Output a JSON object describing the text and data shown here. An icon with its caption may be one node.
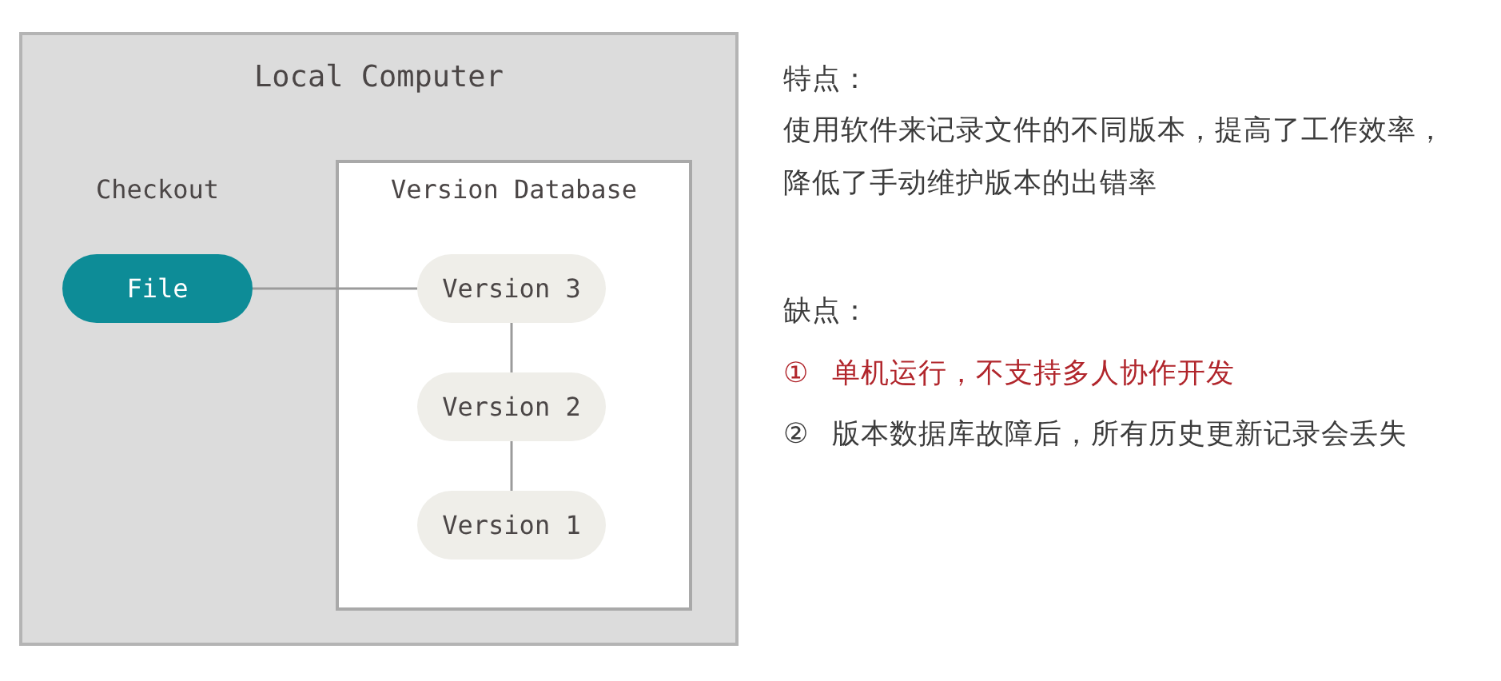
{
  "diagram": {
    "nodes": [
      {
        "text": [
          "Local Computer"
        ]
      },
      {
        "text": [
          "File"
        ],
        "beside": [
          "Checkout"
        ],
        "in": 0
      },
      {
        "text": [
          "Version Database"
        ],
        "in": 0
      },
      {
        "text": [
          "Version 3"
        ],
        "in": 2
      },
      {
        "text": [
          "Version 2"
        ],
        "in": 2
      },
      {
        "text": [
          "Version 1"
        ],
        "in": 2
      }
    ],
    "edges": [
      {
        "from": 1,
        "to": 3,
        "arrow": "none"
      },
      {
        "from": 3,
        "to": 4,
        "arrow": "none"
      },
      {
        "from": 4,
        "to": 5,
        "arrow": "none"
      }
    ],
    "labels": [
      "特点：",
      "使用软件来记录文件的不同版本，提高了工作效率，降低了手动维护版本的出错率",
      "缺点：",
      "① 单机运行，不支持多人协作开发",
      "② 版本数据库故障后，所有历史更新记录会丢失"
    ]
  }
}
